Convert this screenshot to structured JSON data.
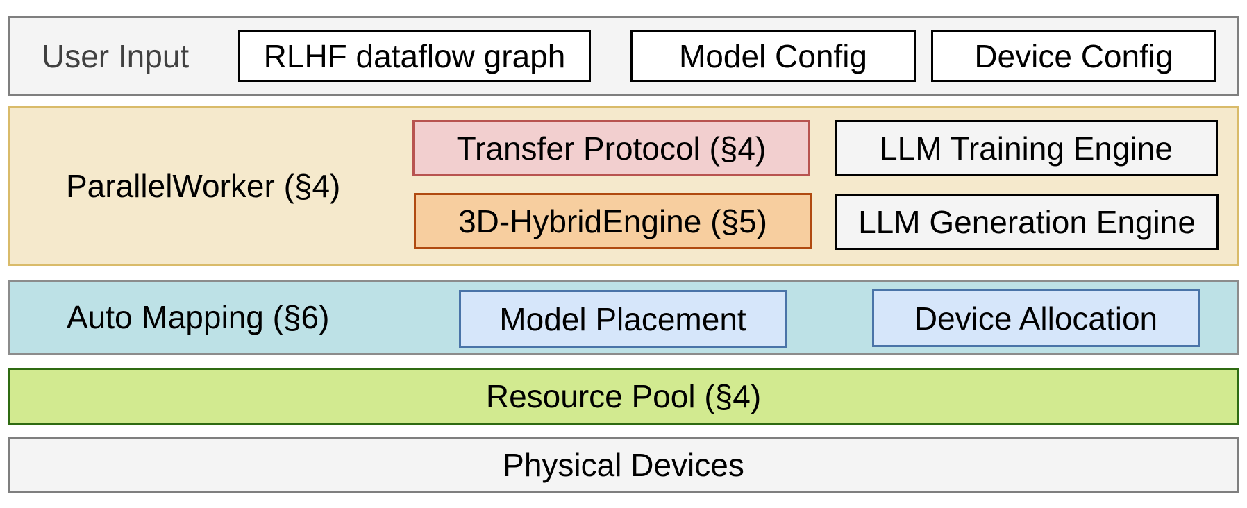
{
  "user_input": {
    "label": "User Input",
    "boxes": [
      "RLHF dataflow graph",
      "Model Config",
      "Device Config"
    ]
  },
  "parallel_worker": {
    "label": "ParallelWorker (§4)",
    "boxes": [
      "Transfer Protocol (§4)",
      "3D-HybridEngine (§5)",
      "LLM Training Engine",
      "LLM Generation Engine"
    ]
  },
  "auto_mapping": {
    "label": "Auto Mapping (§6)",
    "boxes": [
      "Model Placement",
      "Device Allocation"
    ]
  },
  "resource_pool": {
    "label": "Resource Pool (§4)"
  },
  "physical_devices": {
    "label": "Physical Devices"
  },
  "colors": {
    "user_input_fill": "#f4f4f4",
    "parallel_worker_fill": "#f5e9cc",
    "transfer_protocol_fill": "#f2cfcf",
    "hybrid_engine_fill": "#f7ce9f",
    "auto_mapping_fill": "#bde1e6",
    "mapping_box_fill": "#d6e6fa",
    "resource_pool_fill": "#d2ea90",
    "physical_devices_fill": "#f4f4f4"
  }
}
